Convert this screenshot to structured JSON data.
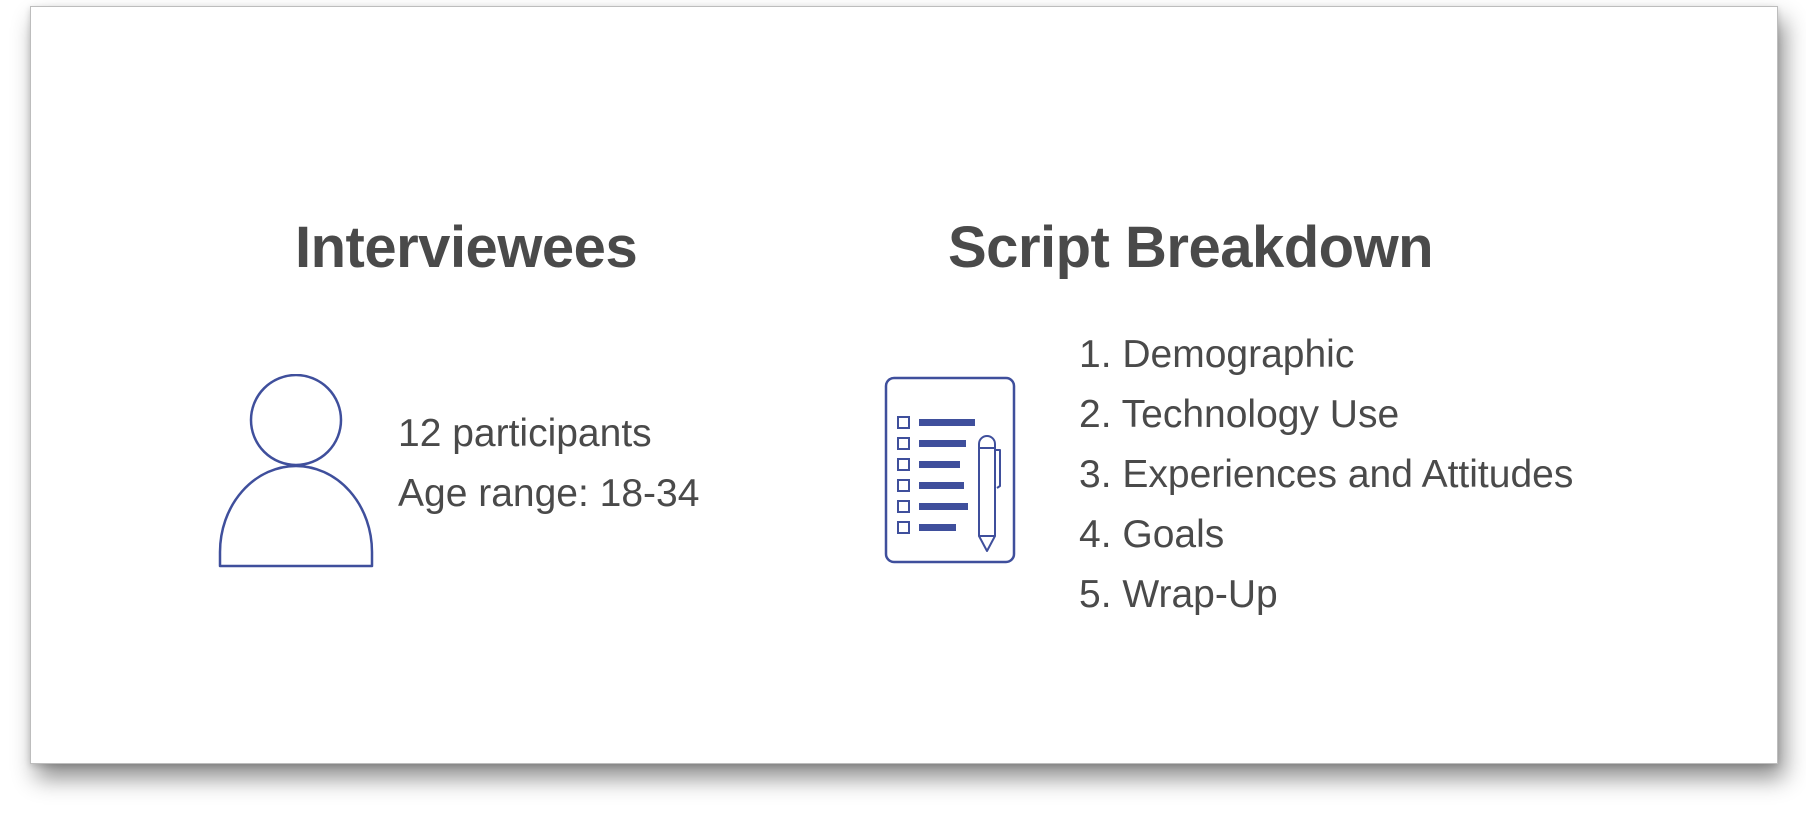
{
  "interviewees": {
    "title": "Interviewees",
    "icon": "person-icon",
    "participants": "12 participants",
    "age_range": "Age range: 18-34"
  },
  "script": {
    "title": "Script Breakdown",
    "icon": "checklist-document-icon",
    "items": [
      {
        "number": "1.",
        "label": "Demographic"
      },
      {
        "number": "2.",
        "label": "Technology Use"
      },
      {
        "number": "3.",
        "label": "Experiences and Attitudes"
      },
      {
        "number": "4.",
        "label": "Goals"
      },
      {
        "number": "5.",
        "label": "Wrap-Up"
      }
    ]
  },
  "colors": {
    "icon_stroke": "#3f4f9c",
    "text": "#4a4a4a"
  }
}
